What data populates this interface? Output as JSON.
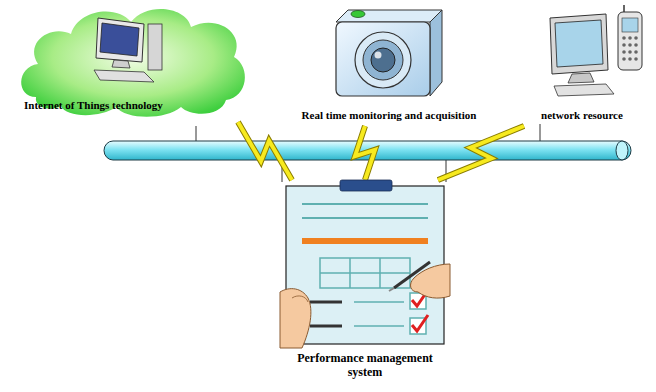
{
  "diagram": {
    "nodes": [
      {
        "text": [
          "Internet of Things technology"
        ]
      },
      {
        "text": [
          "Real time monitoring and acquisition"
        ]
      },
      {
        "text": [
          "network resource"
        ]
      },
      {
        "text": [
          "Performance management system"
        ]
      }
    ],
    "edges": [
      {
        "from": 0,
        "to": 3,
        "arrow": "none"
      },
      {
        "from": 1,
        "to": 3,
        "arrow": "none"
      },
      {
        "from": 2,
        "to": 3,
        "arrow": "none"
      }
    ]
  }
}
